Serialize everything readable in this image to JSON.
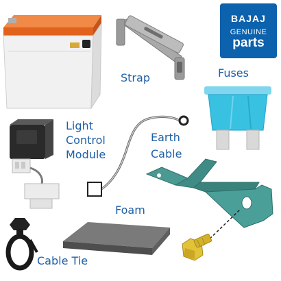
{
  "logo": {
    "brand": "BAJAJ",
    "sub": "GENUINE",
    "parts": "parts",
    "color": "#0d62ad"
  },
  "labels": {
    "strap": "Strap",
    "fuses": "Fuses",
    "light_control_module": [
      "Light",
      "Control",
      "Module"
    ],
    "earth_cable": [
      "Earth",
      "Cable"
    ],
    "foam": "Foam",
    "cable_tie": "Cable Tie"
  },
  "colors": {
    "label_text": "#1f5fa8",
    "battery_lid": "#e8742c",
    "fuse": "#39c1e2",
    "bracket": "#3f8c86",
    "bolt": "#d4b12a",
    "foam": "#666666"
  },
  "icons": [
    "battery-icon",
    "strap-icon",
    "fuse-icon",
    "light-control-module-icon",
    "earth-cable-icon",
    "bracket-icon",
    "bolt-icon",
    "foam-pad-icon",
    "cable-tie-icon"
  ]
}
